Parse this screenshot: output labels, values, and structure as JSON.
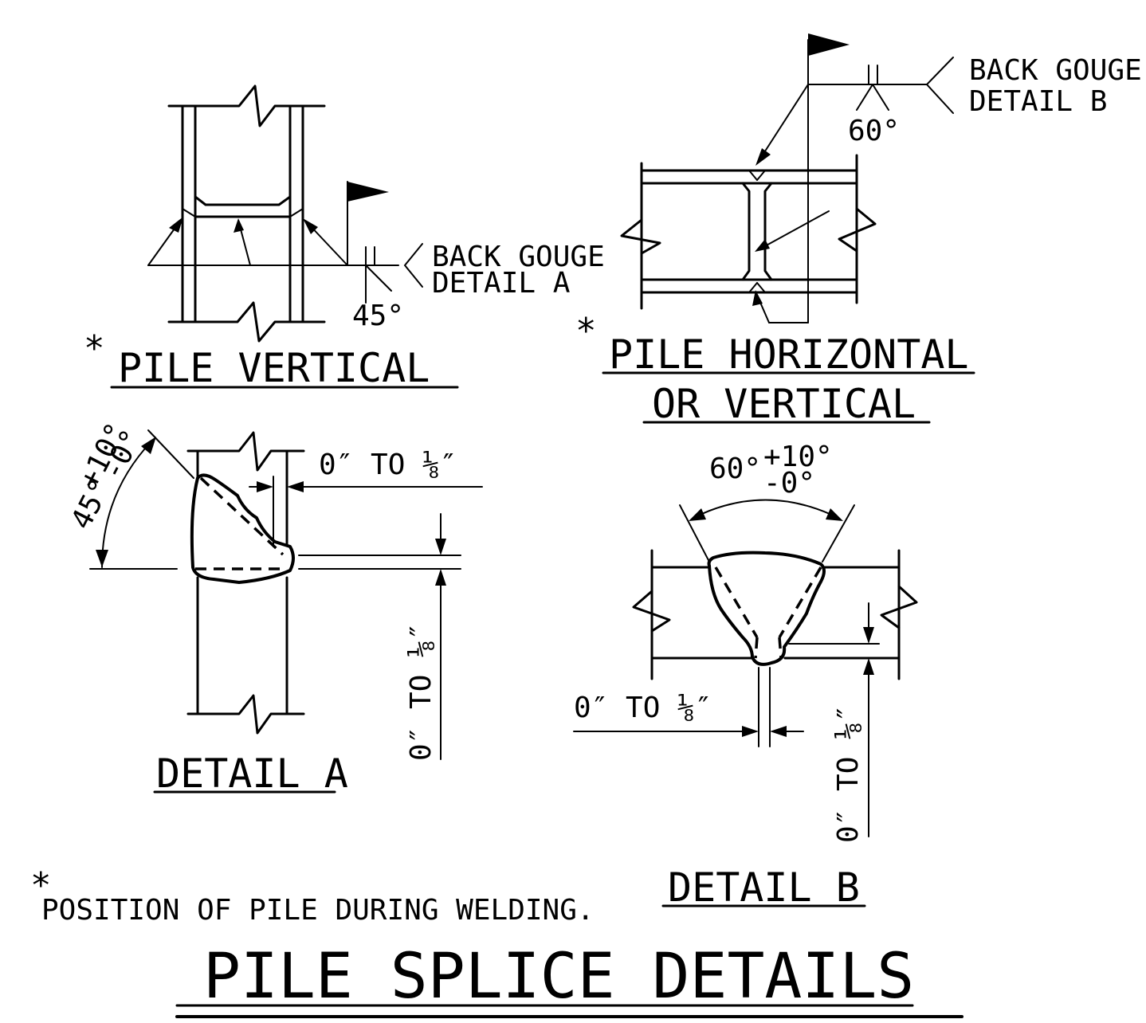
{
  "drawing": {
    "title": "PILE SPLICE DETAILS",
    "footnote": {
      "marker": "*",
      "text": "POSITION OF PILE DURING WELDING."
    },
    "pile_vertical": {
      "marker": "*",
      "heading": "PILE VERTICAL",
      "callout_line1": "BACK GOUGE",
      "callout_line2": "DETAIL A",
      "angle": "45°"
    },
    "pile_horizontal": {
      "marker": "*",
      "heading_line1": "PILE HORIZONTAL",
      "heading_line2": "OR VERTICAL",
      "callout_line1": "BACK GOUGE",
      "callout_line2": "DETAIL B",
      "angle": "60°"
    },
    "detail_a": {
      "heading": "DETAIL A",
      "gap_dim": "0″ TO ⅛″",
      "depth_dim": "0″ TO ⅛″",
      "angle_main": "45°",
      "angle_plus": "+10°",
      "angle_minus": "-0°"
    },
    "detail_b": {
      "heading": "DETAIL B",
      "angle_main": "60°",
      "angle_plus": "+10°",
      "angle_minus": "-0°",
      "gap_dim": "0″ TO ⅛″",
      "depth_dim": "0″ TO ⅛″"
    }
  }
}
